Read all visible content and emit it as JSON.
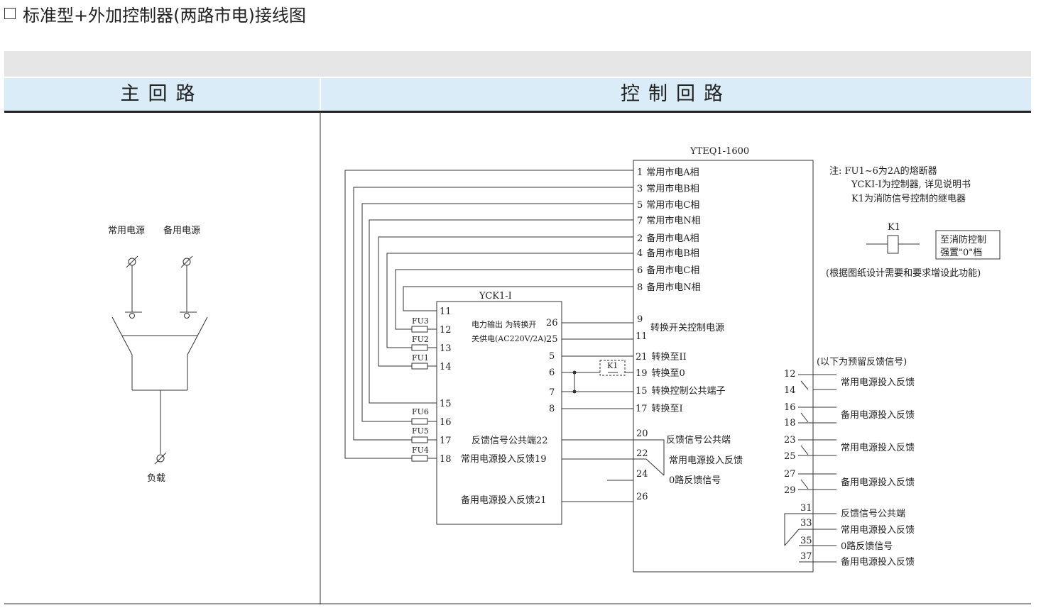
{
  "title": "标准型+外加控制器(两路市电)接线图",
  "headers": {
    "main": "主回路",
    "control": "控制回路"
  },
  "main_circuit": {
    "source_labels": [
      "常用电源",
      "备用电源"
    ],
    "load_label": "负载"
  },
  "yteq": {
    "label": "YTEQ1-1600",
    "terminals": [
      {
        "num": "1",
        "label": "常用市电A相"
      },
      {
        "num": "3",
        "label": "常用市电B相"
      },
      {
        "num": "5",
        "label": "常用市电C相"
      },
      {
        "num": "7",
        "label": "常用市电N相"
      },
      {
        "num": "2",
        "label": "备用市电A相"
      },
      {
        "num": "4",
        "label": "备用市电B相"
      },
      {
        "num": "6",
        "label": "备用市电C相"
      },
      {
        "num": "8",
        "label": "备用市电N相"
      },
      {
        "num": "9",
        "label": ""
      },
      {
        "num": "11",
        "label": ""
      },
      {
        "num": "21",
        "label": "转换至II"
      },
      {
        "num": "19",
        "label": "转换至0"
      },
      {
        "num": "15",
        "label": "转换控制公共端子"
      },
      {
        "num": "17",
        "label": "转换至I"
      },
      {
        "num": "20",
        "label": "反馈信号公共端"
      },
      {
        "num": "22",
        "label": "常用电源投入反馈"
      },
      {
        "num": "24",
        "label": "0路反馈信号"
      },
      {
        "num": "26",
        "label": ""
      }
    ],
    "power_label": "转换开关控制电源"
  },
  "yck": {
    "label": "YCK1-I",
    "left_terminals": [
      "11",
      "12",
      "13",
      "14",
      "15",
      "16",
      "17",
      "18"
    ],
    "fuses": [
      "FU3",
      "FU2",
      "FU1",
      "FU6",
      "FU5",
      "FU4"
    ],
    "power_out_line1": "电力输出 为转换开",
    "power_out_line2": "关供电(AC220V/2A)",
    "right_terminals": [
      {
        "num": "26",
        "label": ""
      },
      {
        "num": "25",
        "label": ""
      },
      {
        "num": "5",
        "label": ""
      },
      {
        "num": "6",
        "label": ""
      },
      {
        "num": "7",
        "label": ""
      },
      {
        "num": "8",
        "label": ""
      },
      {
        "num": "22",
        "label": "反馈信号公共端"
      },
      {
        "num": "19",
        "label": "常用电源投入反馈"
      },
      {
        "num": "21",
        "label": "备用电源投入反馈"
      }
    ]
  },
  "relay_label": "K1",
  "notes": {
    "lines": [
      "注: FU1~6为2A的熔断器",
      "YCKI-I为控制器, 详见说明书",
      "K1为消防信号控制的继电器"
    ],
    "relay_label": "K1",
    "fire_box": [
      "至消防控制",
      "强置\"0\"档"
    ],
    "remark": "(根据图纸设计需要和要求增设此功能)"
  },
  "feedback": {
    "heading": "(以下为预留反馈信号)",
    "contacts": [
      {
        "a": "12",
        "b": "14",
        "label": "常用电源投入反馈"
      },
      {
        "a": "16",
        "b": "18",
        "label": "备用电源投入反馈"
      },
      {
        "a": "23",
        "b": "25",
        "label": "常用电源投入反馈"
      },
      {
        "a": "27",
        "b": "29",
        "label": "备用电源投入反馈"
      }
    ],
    "bottom": [
      {
        "num": "31",
        "label": "反馈信号公共端"
      },
      {
        "num": "33",
        "label": "常用电源投入反馈"
      },
      {
        "num": "35",
        "label": "0路反馈信号"
      },
      {
        "num": "37",
        "label": "备用电源投入反馈"
      }
    ]
  }
}
